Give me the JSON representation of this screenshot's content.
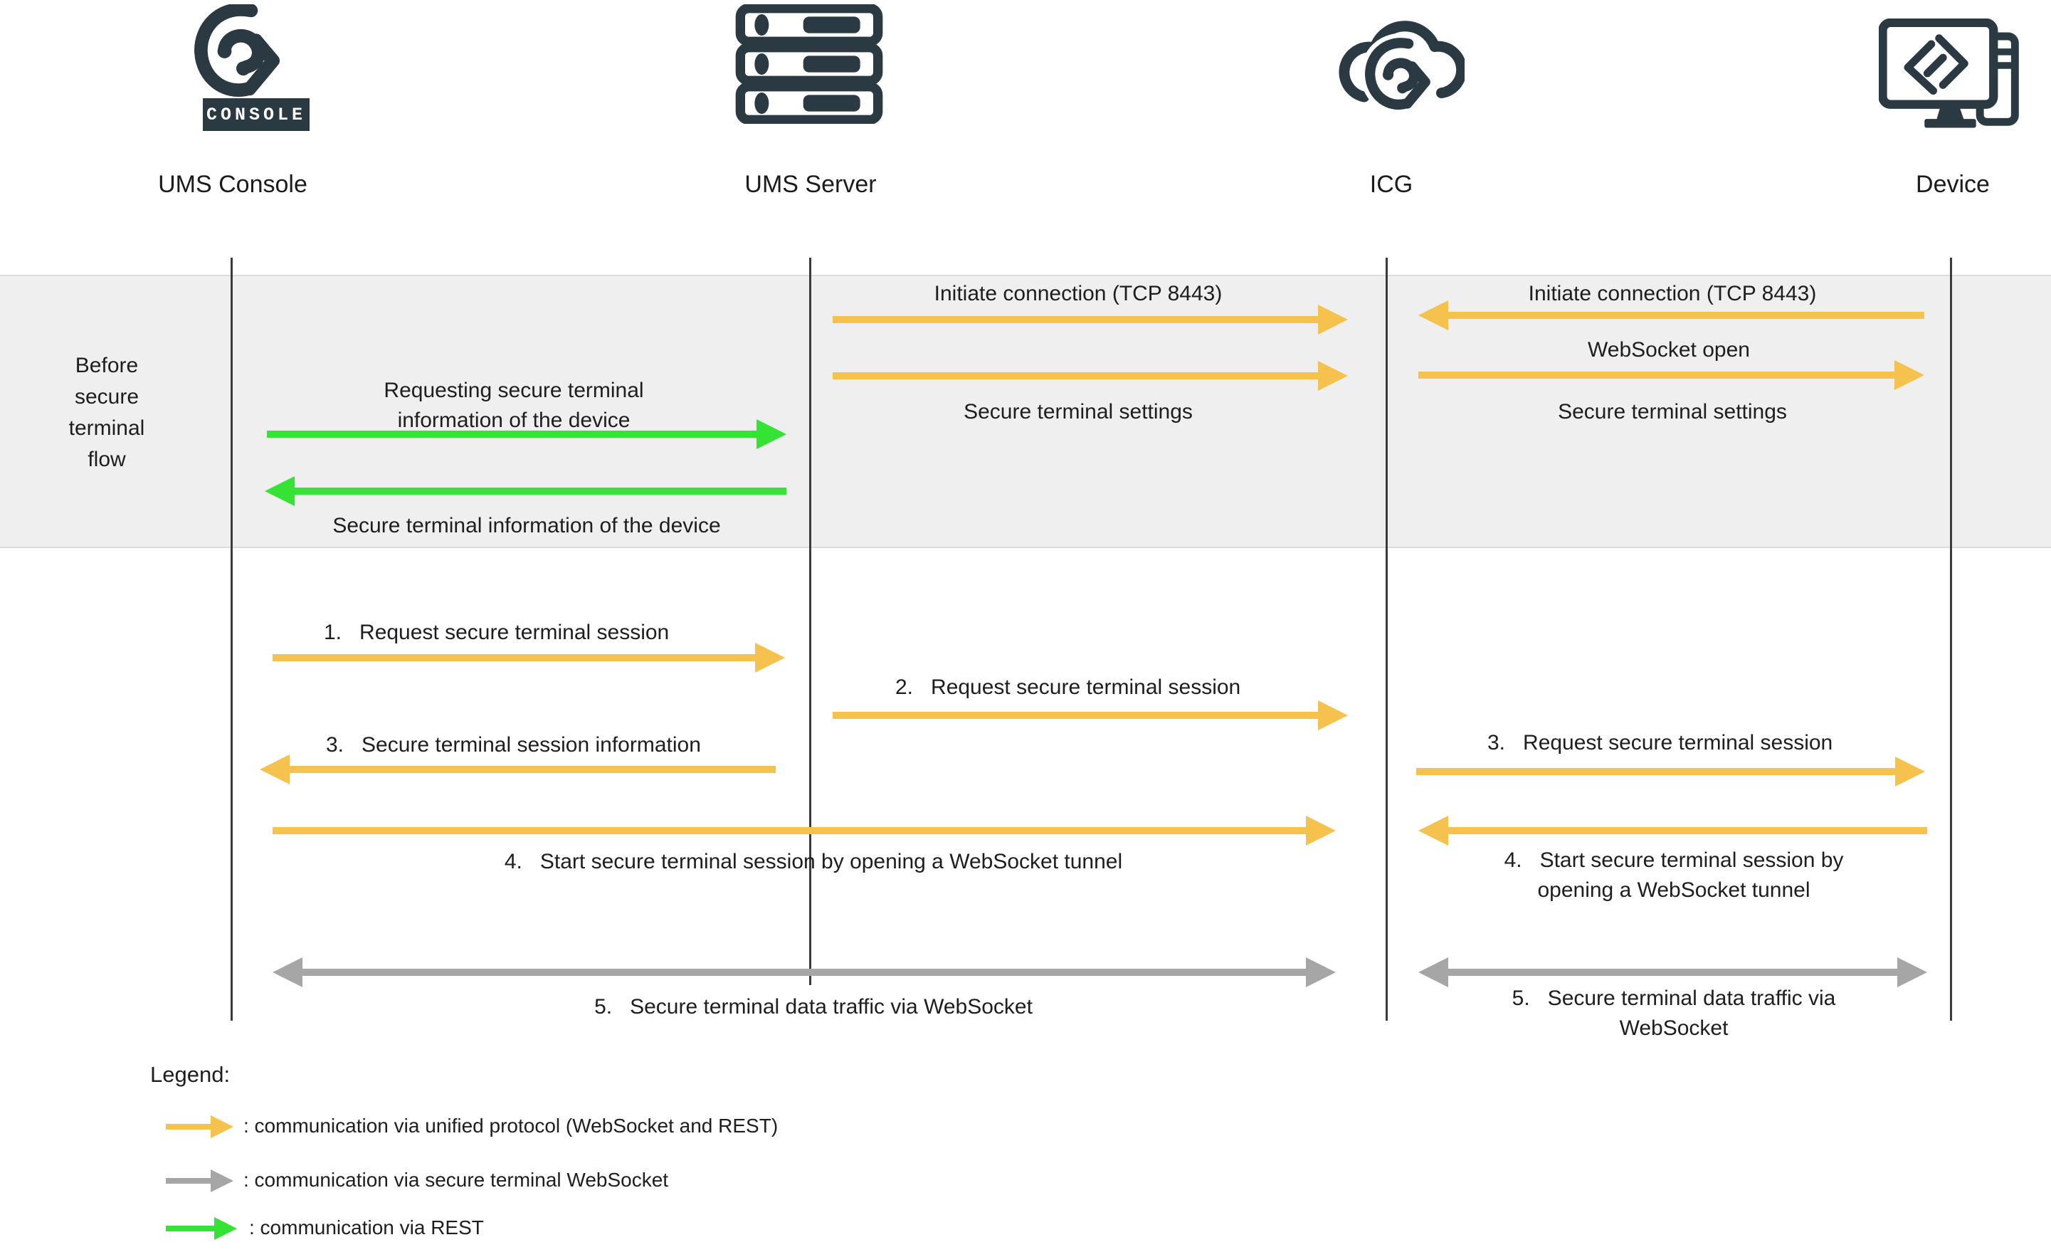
{
  "colors": {
    "accent-yellow": "#F5C24E",
    "accent-green": "#35E335",
    "accent-gray": "#A6A6A6",
    "dark": "#2B3A42",
    "text": "#1e1e1e",
    "band-bg": "#EFEFEF",
    "band-border": "#DCDCDC",
    "lifeline": "#3b3b3b"
  },
  "actors": [
    {
      "id": "ums-console",
      "label": "UMS Console",
      "icon": "igel-console-logo-icon",
      "badge": "CONSOLE"
    },
    {
      "id": "ums-server",
      "label": "UMS Server",
      "icon": "server-rack-icon"
    },
    {
      "id": "icg",
      "label": "ICG",
      "icon": "icg-cloud-icon"
    },
    {
      "id": "device",
      "label": "Device",
      "icon": "device-workstation-icon"
    }
  ],
  "band": {
    "phase_label": "Before secure terminal flow",
    "messages": {
      "initiate_server_icg": "Initiate connection (TCP 8443)",
      "secure_settings_server_icg": "Secure terminal settings",
      "requesting_info": "Requesting secure terminal information of the device",
      "info_of_device": "Secure terminal information of the device",
      "initiate_icg_device": "Initiate connection (TCP 8443)",
      "websocket_open": "WebSocket open",
      "secure_settings_icg_device": "Secure terminal settings"
    }
  },
  "steps": {
    "s1": "1.   Request secure terminal session",
    "s2": "2.   Request secure terminal session",
    "s3_left": "3.   Secure terminal session information",
    "s3_right": "3.   Request secure terminal session",
    "s4_long": "4.   Start secure terminal session by opening a WebSocket tunnel",
    "s4_right": "4.   Start secure terminal session by opening a WebSocket tunnel",
    "s5_left": "5.   Secure terminal data traffic via WebSocket",
    "s5_right": "5.   Secure terminal data traffic via WebSocket"
  },
  "legend": {
    "title": "Legend:",
    "items": [
      {
        "color": "yellow",
        "label": ": communication via unified protocol (WebSocket and REST)"
      },
      {
        "color": "gray",
        "label": ": communication via secure terminal WebSocket"
      },
      {
        "color": "green",
        "label": ": communication via REST"
      }
    ]
  }
}
